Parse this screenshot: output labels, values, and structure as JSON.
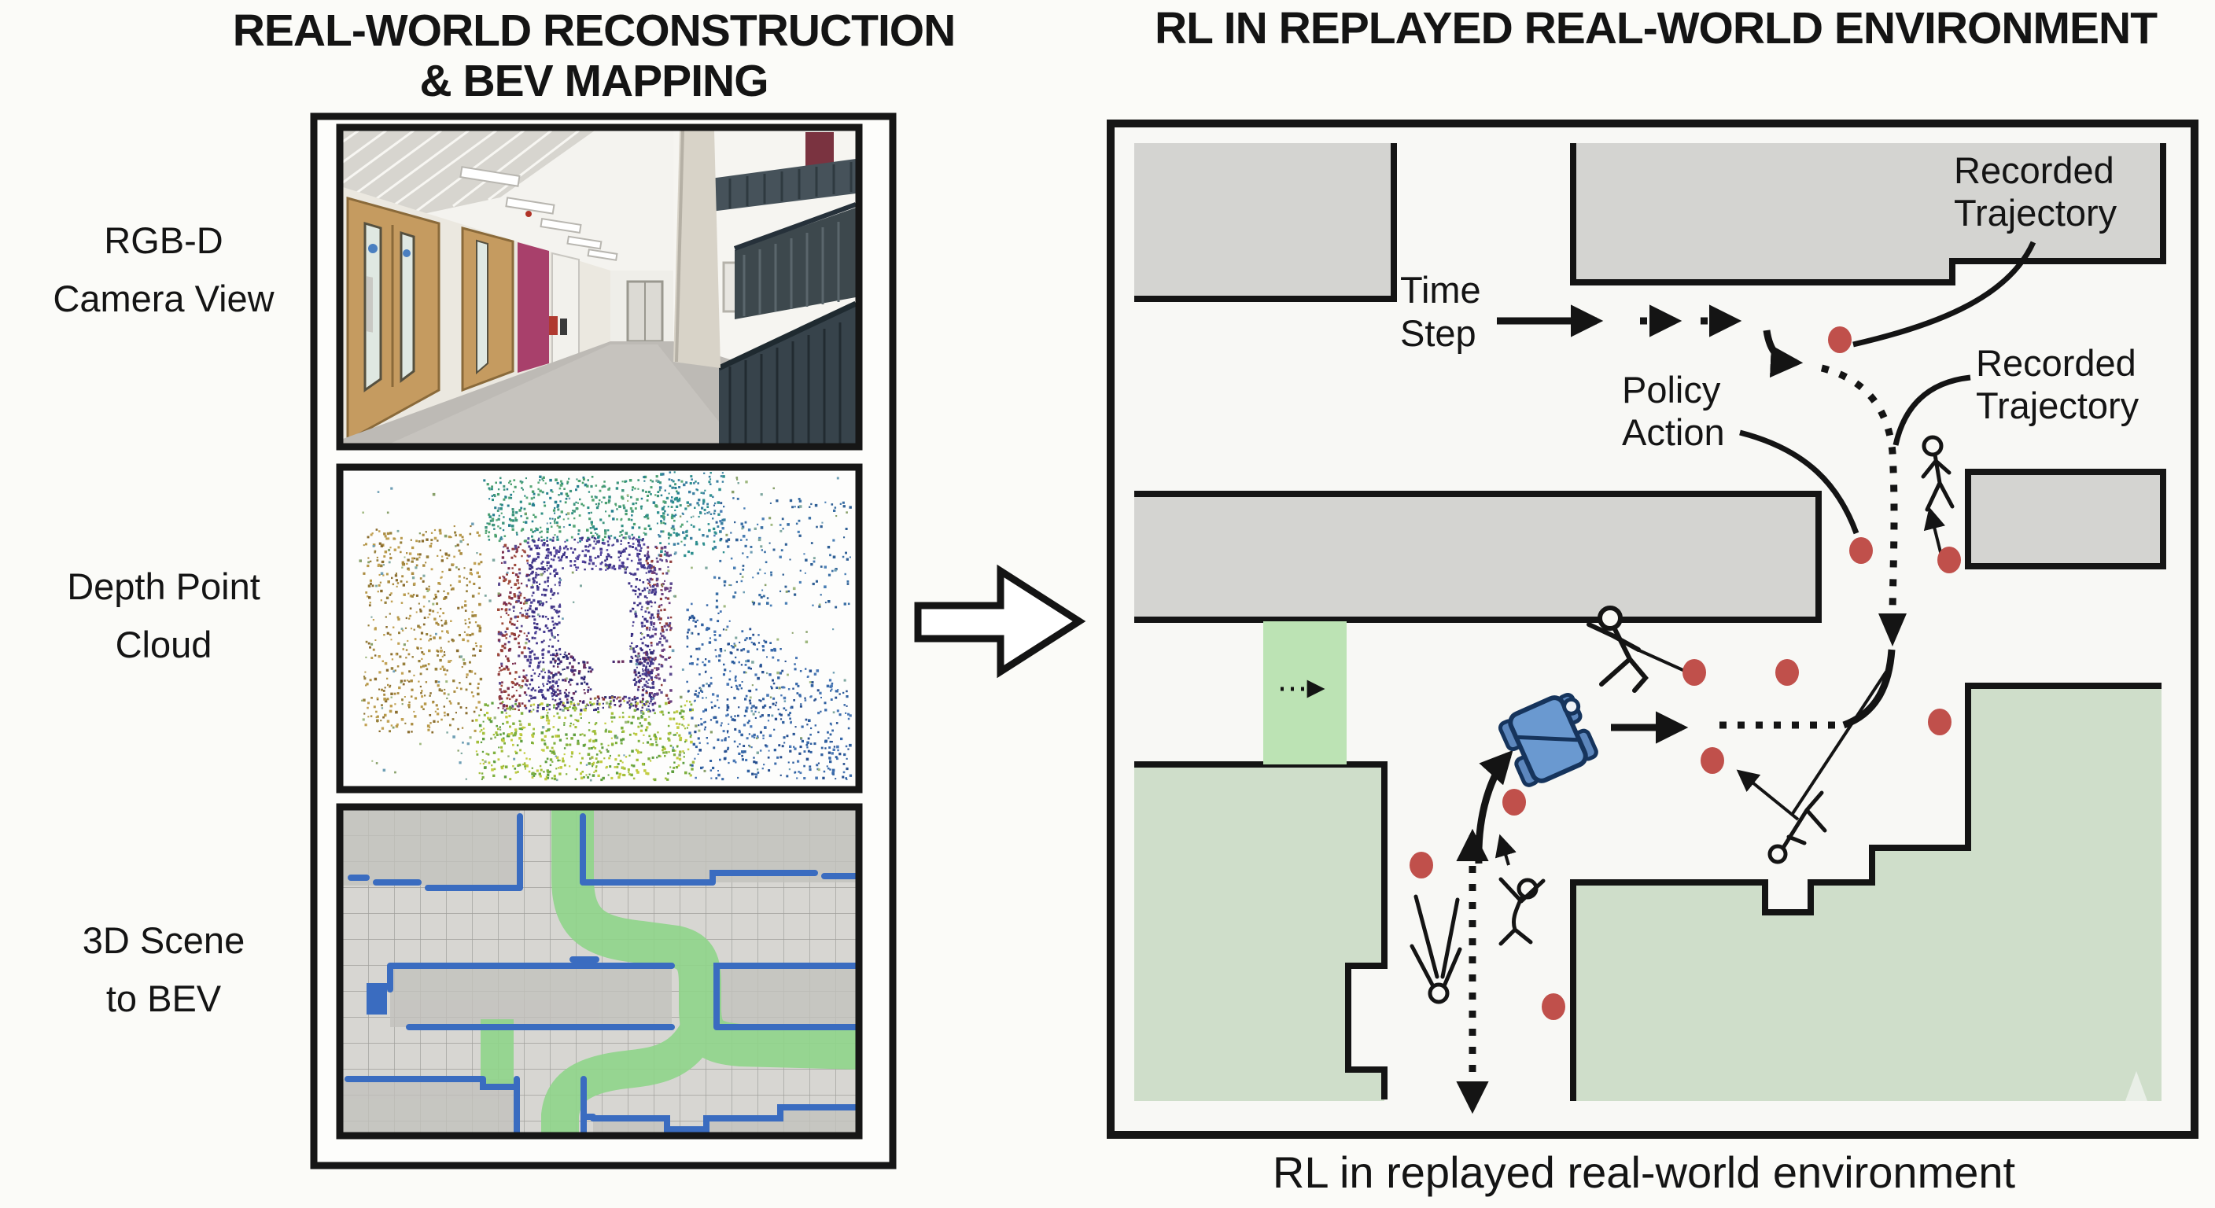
{
  "figure": {
    "left": {
      "title_line1": "REAL-WORLD RECONSTRUCTION",
      "title_line2": "& BEV MAPPING",
      "row_labels": [
        {
          "line1": "RGB-D",
          "line2": "Camera View"
        },
        {
          "line1": "Depth Point",
          "line2": "Cloud"
        },
        {
          "line1": "3D Scene",
          "line2": "to BEV"
        }
      ]
    },
    "right": {
      "title": "RL IN REPLAYED REAL-WORLD ENVIRONMENT",
      "caption": "RL in replayed real-world environment",
      "labels": {
        "time_step": {
          "line1": "Time",
          "line2": "Step"
        },
        "policy_action": {
          "line1": "Policy",
          "line2": "Action"
        },
        "recorded_trajectory_top": {
          "line1": "Recorded",
          "line2": "Trajectory"
        },
        "recorded_trajectory_mid": {
          "line1": "Recorded",
          "line2": "Trajectory"
        }
      },
      "icons": {
        "robot": "robot-top-view-icon",
        "pedestrians": "stick-figure-pedestrian-icons",
        "waypoints": "red-waypoint-dots",
        "waypoint_count": 10
      }
    },
    "colors": {
      "background": "#fbfbf8",
      "outline": "#161616",
      "obstacle_gray": "#d2d2cf",
      "walkable_green_block": "#cfdeca",
      "goal_green_corridor": "#bce3b4",
      "bev_grid_gray": "#d7d6d2",
      "bev_wall_blue": "#3a6cc0",
      "bev_path_green": "#8fd58a",
      "waypoint_red": "#c0504b",
      "robot_blue": "#6a99d0"
    }
  }
}
